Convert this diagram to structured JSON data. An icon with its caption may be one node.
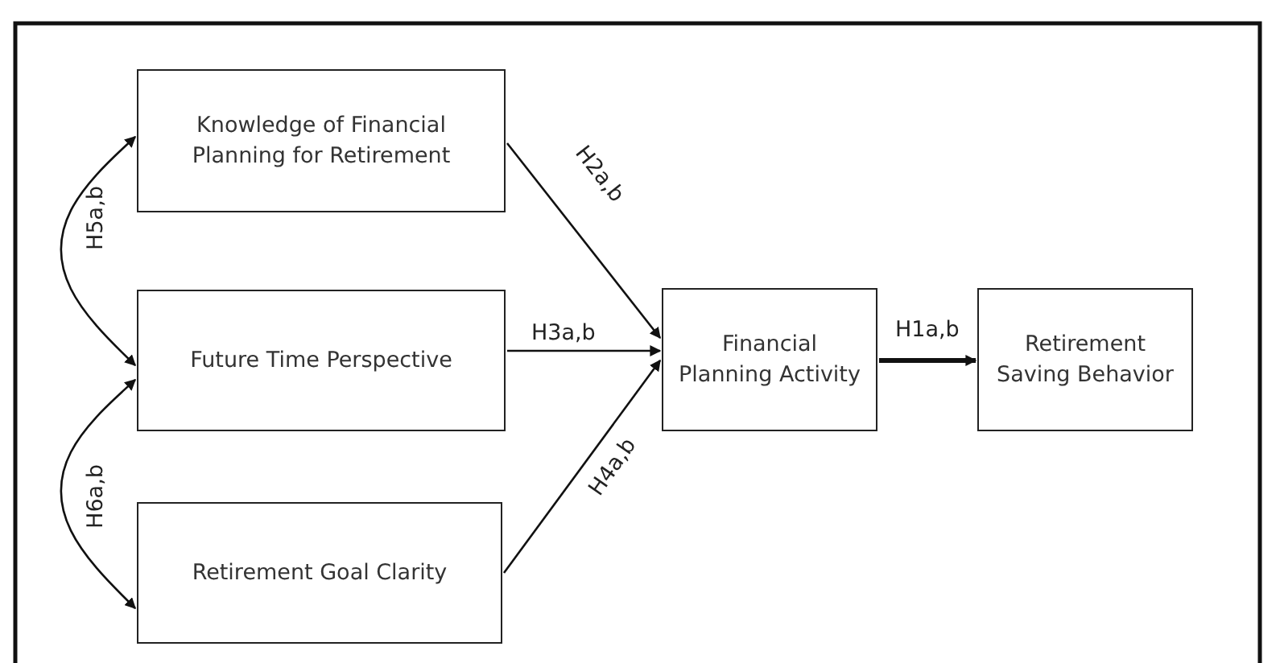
{
  "diagram": {
    "nodes": [
      {
        "text": [
          "Knowledge of Financial Planning for Retirement"
        ]
      },
      {
        "text": [
          "Future Time Perspective"
        ]
      },
      {
        "text": [
          "Retirement Goal Clarity"
        ]
      },
      {
        "text": [
          "Financial Planning Activity"
        ]
      },
      {
        "text": [
          "Retirement Saving Behavior"
        ]
      }
    ],
    "edges": [
      {
        "from": 0,
        "to": 3,
        "arrow": "to",
        "label": "H2a,b"
      },
      {
        "from": 1,
        "to": 3,
        "arrow": "to",
        "label": "H3a,b"
      },
      {
        "from": 2,
        "to": 3,
        "arrow": "to",
        "label": "H4a,b"
      },
      {
        "from": 3,
        "to": 4,
        "arrow": "to",
        "label": "H1a,b",
        "style": "thick"
      },
      {
        "from": 0,
        "to": 1,
        "arrow": "both",
        "label": "H5a,b"
      },
      {
        "from": 1,
        "to": 2,
        "arrow": "both",
        "label": "H6a,b"
      }
    ]
  }
}
